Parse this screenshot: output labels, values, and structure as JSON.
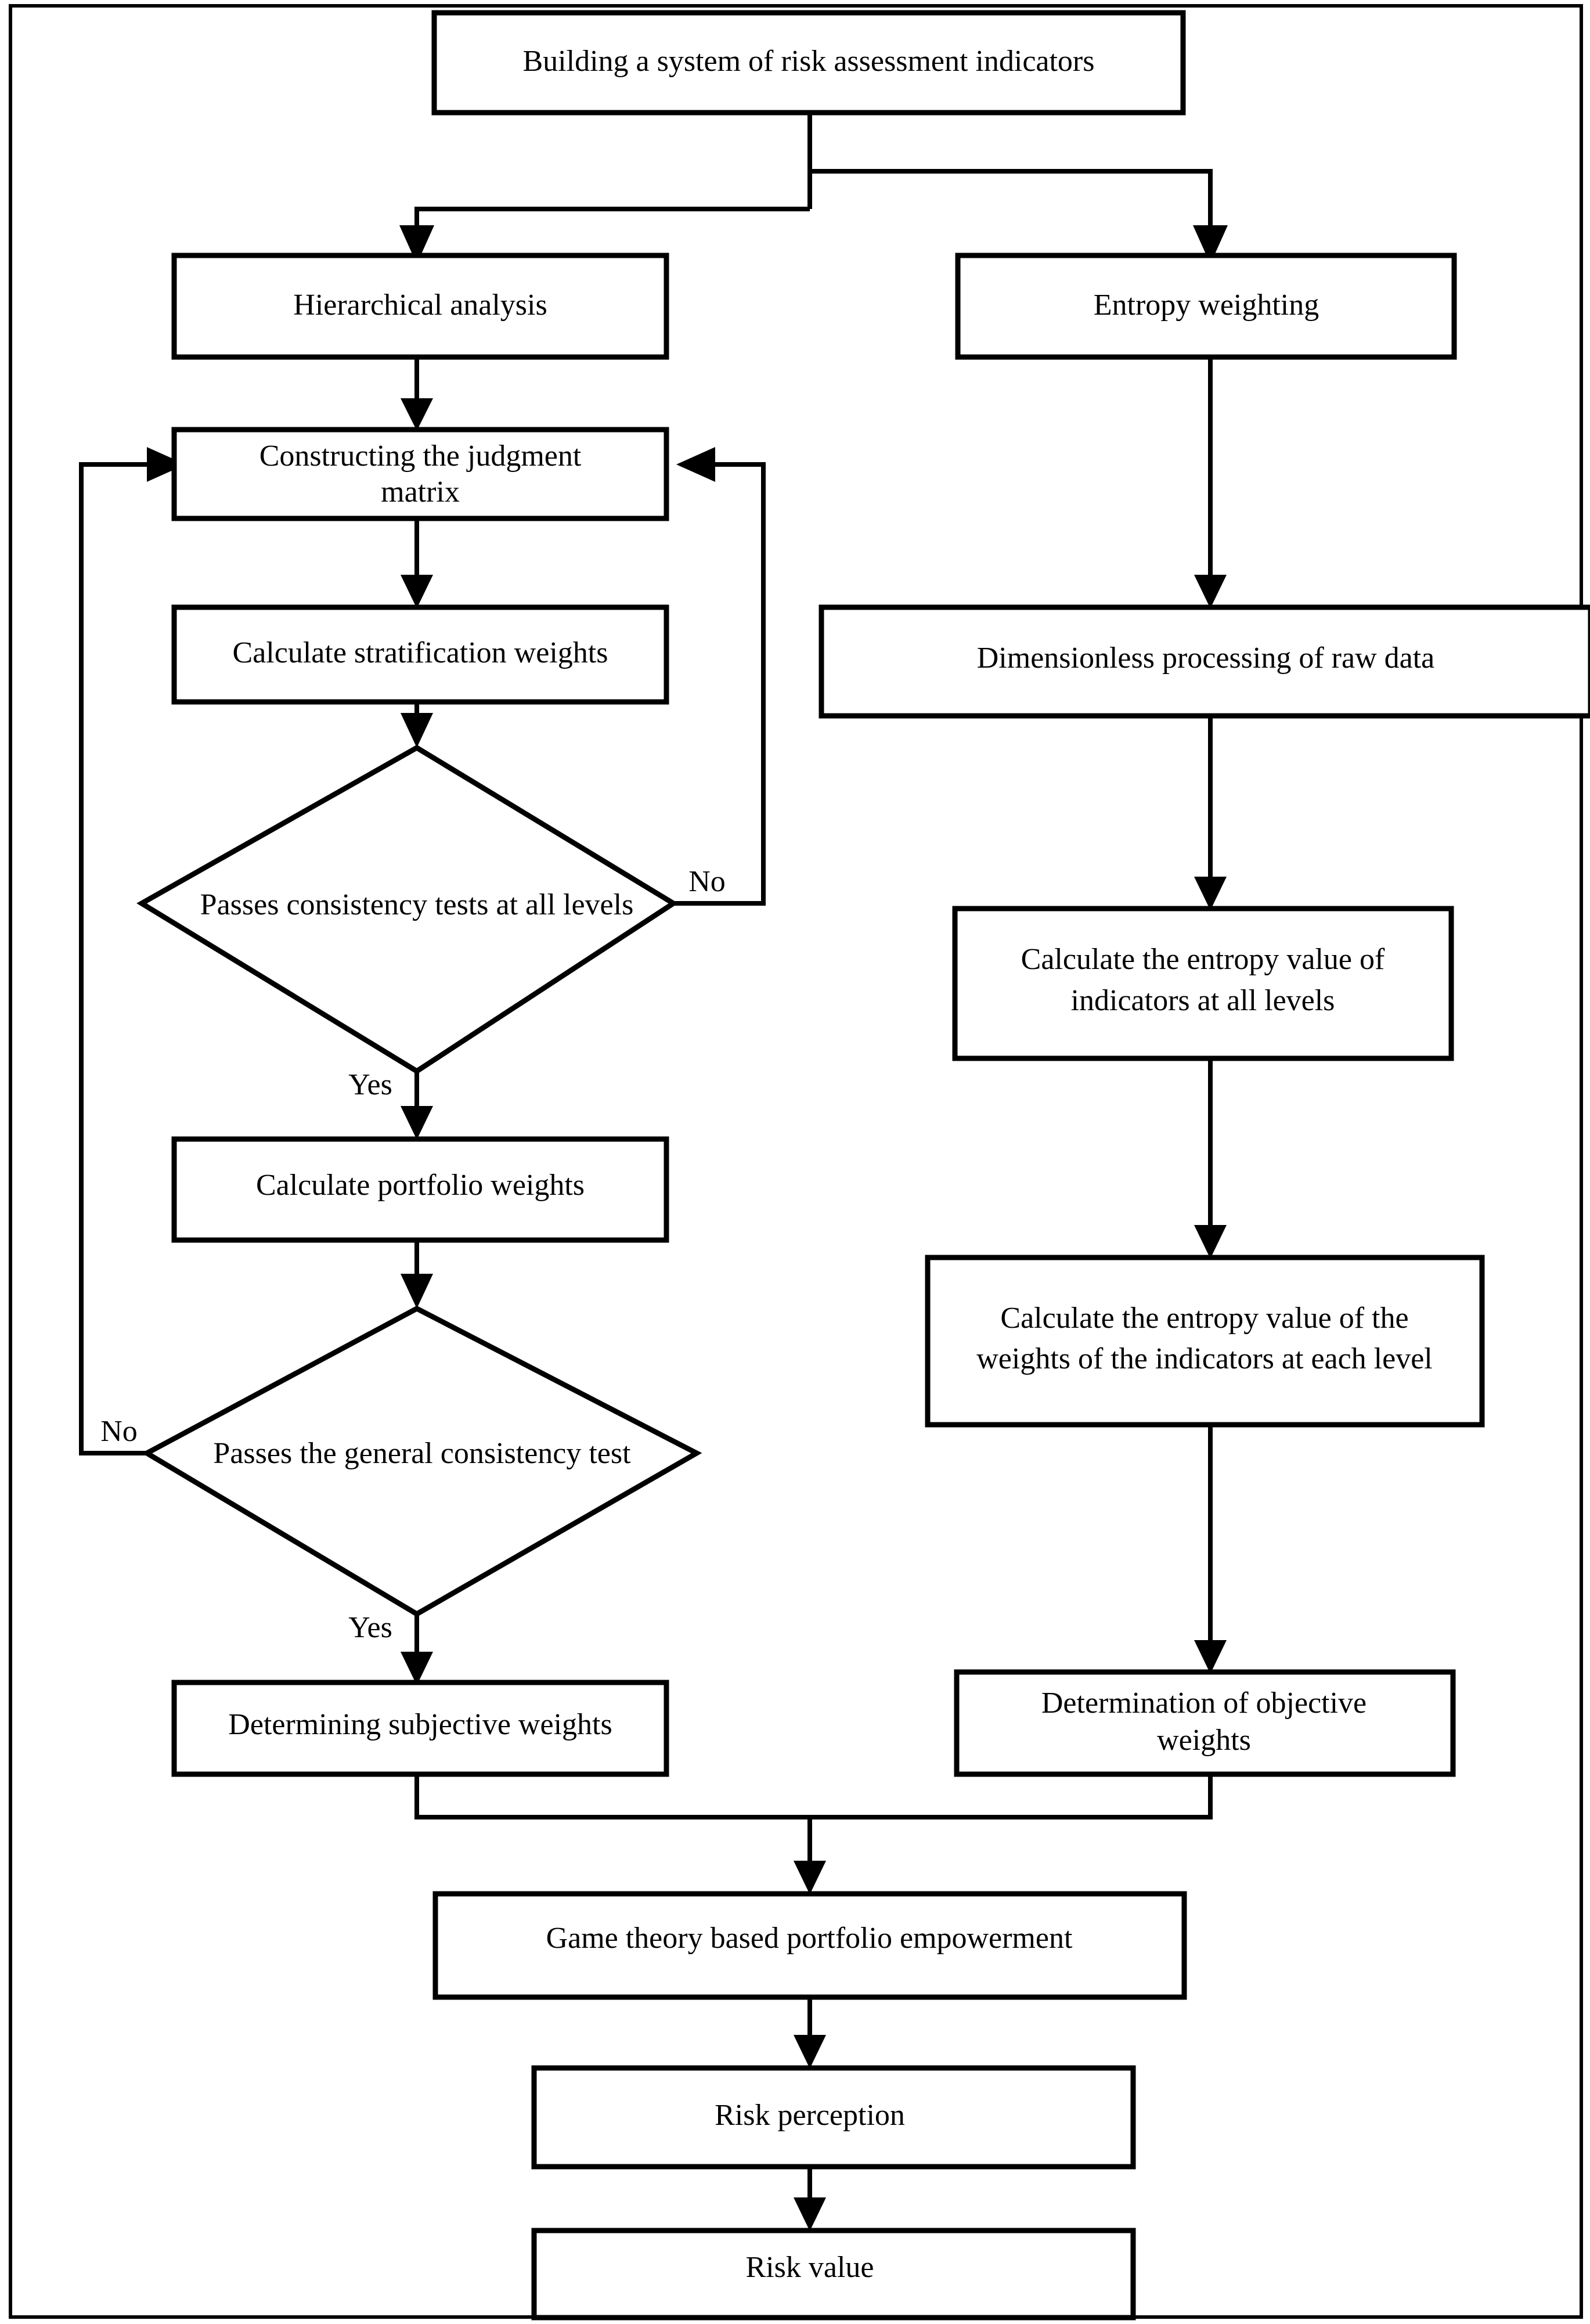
{
  "diagram": {
    "kind": "flowchart",
    "title_text": "Building a system of risk assessment indicators",
    "nodes": {
      "root": {
        "label": "Building a system of risk assessment indicators",
        "shape": "rectangle"
      },
      "ahp": {
        "label": "Hierarchical analysis",
        "shape": "rectangle"
      },
      "entropy": {
        "label": "Entropy weighting",
        "shape": "rectangle"
      },
      "judgment_matrix_line1": "Constructing the judgment",
      "judgment_matrix_line2": "matrix",
      "strat_weights": {
        "label": "Calculate stratification weights",
        "shape": "rectangle"
      },
      "consistency_all_levels": {
        "label": "Passes consistency tests at all levels",
        "shape": "diamond"
      },
      "portfolio_weights": {
        "label": "Calculate portfolio weights",
        "shape": "rectangle"
      },
      "general_consistency": {
        "label": "Passes the general consistency test",
        "shape": "diamond"
      },
      "subjective_weights": {
        "label": "Determining subjective weights",
        "shape": "rectangle"
      },
      "dimensionless": {
        "label": "Dimensionless processing of raw data",
        "shape": "rectangle"
      },
      "entropy_value_line1": "Calculate the entropy value of",
      "entropy_value_line2": "indicators at all levels",
      "entropy_weights_line1": "Calculate the entropy value of the",
      "entropy_weights_line2": "weights of the indicators at each level",
      "objective_weights_line1": "Determination of objective",
      "objective_weights_line2": "weights",
      "game_theory": {
        "label": "Game theory based portfolio empowerment",
        "shape": "rectangle"
      },
      "risk_perception": {
        "label": "Risk perception",
        "shape": "rectangle"
      },
      "risk_value": {
        "label": "Risk value",
        "shape": "rectangle"
      }
    },
    "edge_labels": {
      "no_upper_right": "No",
      "yes_upper": "Yes",
      "no_lower_left": "No",
      "yes_lower": "Yes"
    },
    "colors": {
      "stroke": "#000000",
      "fill": "#ffffff",
      "background": "#ffffff"
    }
  }
}
